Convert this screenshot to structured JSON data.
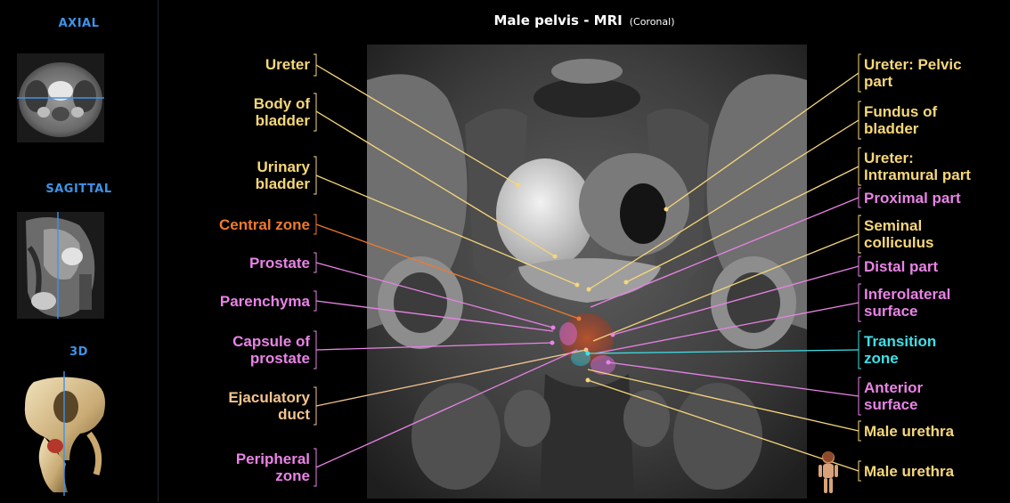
{
  "sidebar": {
    "axial_label": "AXIAL",
    "sagittal_label": "SAGITTAL",
    "threed_label": "3D"
  },
  "header": {
    "title": "Male pelvis - MRI",
    "subtitle": "(Coronal)"
  },
  "labels_left": [
    {
      "id": "ureter",
      "lines": [
        "Ureter"
      ],
      "color": "#f6d77a"
    },
    {
      "id": "body-of-bladder",
      "lines": [
        "Body of",
        "bladder"
      ],
      "color": "#f6d77a"
    },
    {
      "id": "urinary-bladder",
      "lines": [
        "Urinary",
        "bladder"
      ],
      "color": "#f6d77a"
    },
    {
      "id": "central-zone",
      "lines": [
        "Central zone"
      ],
      "color": "#ef7a2d"
    },
    {
      "id": "prostate",
      "lines": [
        "Prostate"
      ],
      "color": "#e983e6"
    },
    {
      "id": "parenchyma",
      "lines": [
        "Parenchyma"
      ],
      "color": "#e983e6"
    },
    {
      "id": "capsule-of-prostate",
      "lines": [
        "Capsule of",
        "prostate"
      ],
      "color": "#e983e6"
    },
    {
      "id": "ejaculatory-duct",
      "lines": [
        "Ejaculatory",
        "duct"
      ],
      "color": "#f4c48f"
    },
    {
      "id": "peripheral-zone",
      "lines": [
        "Peripheral",
        "zone"
      ],
      "color": "#e983e6"
    }
  ],
  "labels_right": [
    {
      "id": "ureter-pelvic-part",
      "lines": [
        "Ureter: Pelvic",
        "part"
      ],
      "color": "#f6d77a"
    },
    {
      "id": "fundus-of-bladder",
      "lines": [
        "Fundus of",
        "bladder"
      ],
      "color": "#f6d77a"
    },
    {
      "id": "ureter-intramural-part",
      "lines": [
        "Ureter:",
        "Intramural part"
      ],
      "color": "#f6d77a"
    },
    {
      "id": "proximal-part",
      "lines": [
        "Proximal part"
      ],
      "color": "#e983e6"
    },
    {
      "id": "seminal-colliculus",
      "lines": [
        "Seminal",
        "colliculus"
      ],
      "color": "#f6d77a"
    },
    {
      "id": "distal-part",
      "lines": [
        "Distal part"
      ],
      "color": "#e983e6"
    },
    {
      "id": "inferolateral-surface",
      "lines": [
        "Inferolateral",
        "surface"
      ],
      "color": "#e983e6"
    },
    {
      "id": "transition-zone",
      "lines": [
        "Transition",
        "zone"
      ],
      "color": "#3fe0e8"
    },
    {
      "id": "anterior-surface",
      "lines": [
        "Anterior",
        "surface"
      ],
      "color": "#e983e6"
    },
    {
      "id": "male-urethra-1",
      "lines": [
        "Male urethra"
      ],
      "color": "#f6d77a"
    },
    {
      "id": "male-urethra-2",
      "lines": [
        "Male urethra"
      ],
      "color": "#f6d77a"
    }
  ]
}
